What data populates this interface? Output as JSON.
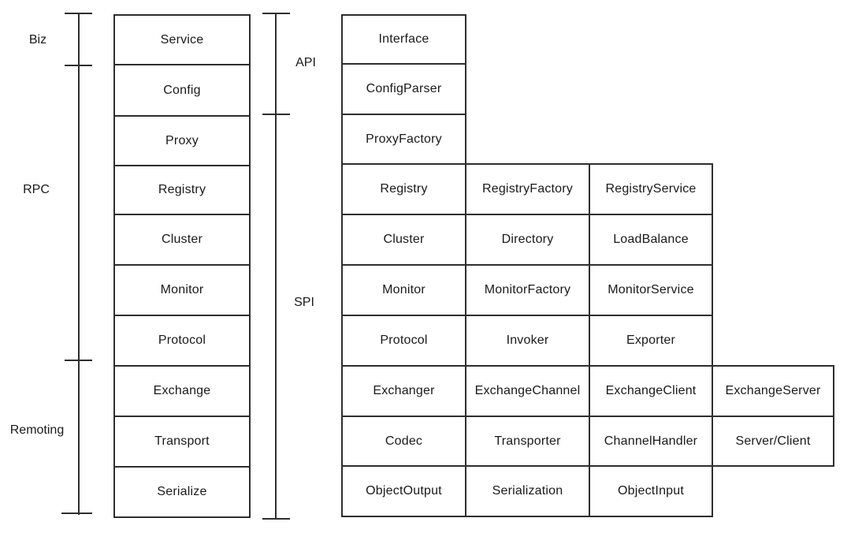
{
  "left_bracket": {
    "labels": {
      "biz": "Biz",
      "rpc": "RPC",
      "remoting": "Remoting"
    }
  },
  "right_bracket": {
    "labels": {
      "api": "API",
      "spi": "SPI"
    }
  },
  "layer_stack": {
    "items": [
      "Service",
      "Config",
      "Proxy",
      "Registry",
      "Cluster",
      "Monitor",
      "Protocol",
      "Exchange",
      "Transport",
      "Serialize"
    ]
  },
  "interface_grid": {
    "rows": [
      {
        "cells": [
          "Interface"
        ]
      },
      {
        "cells": [
          "ConfigParser"
        ]
      },
      {
        "cells": [
          "ProxyFactory"
        ]
      },
      {
        "cells": [
          "Registry",
          "RegistryFactory",
          "RegistryService"
        ]
      },
      {
        "cells": [
          "Cluster",
          "Directory",
          "LoadBalance"
        ]
      },
      {
        "cells": [
          "Monitor",
          "MonitorFactory",
          "MonitorService"
        ]
      },
      {
        "cells": [
          "Protocol",
          "Invoker",
          "Exporter"
        ]
      },
      {
        "cells": [
          "Exchanger",
          "ExchangeChannel",
          "ExchangeClient",
          "ExchangeServer"
        ]
      },
      {
        "cells": [
          "Codec",
          "Transporter",
          "ChannelHandler",
          "Server/Client"
        ]
      },
      {
        "cells": [
          "ObjectOutput",
          "Serialization",
          "ObjectInput"
        ]
      }
    ]
  },
  "colors": {
    "line": "#2e2e2e",
    "text": "#1a1a1a",
    "background": "#ffffff"
  }
}
